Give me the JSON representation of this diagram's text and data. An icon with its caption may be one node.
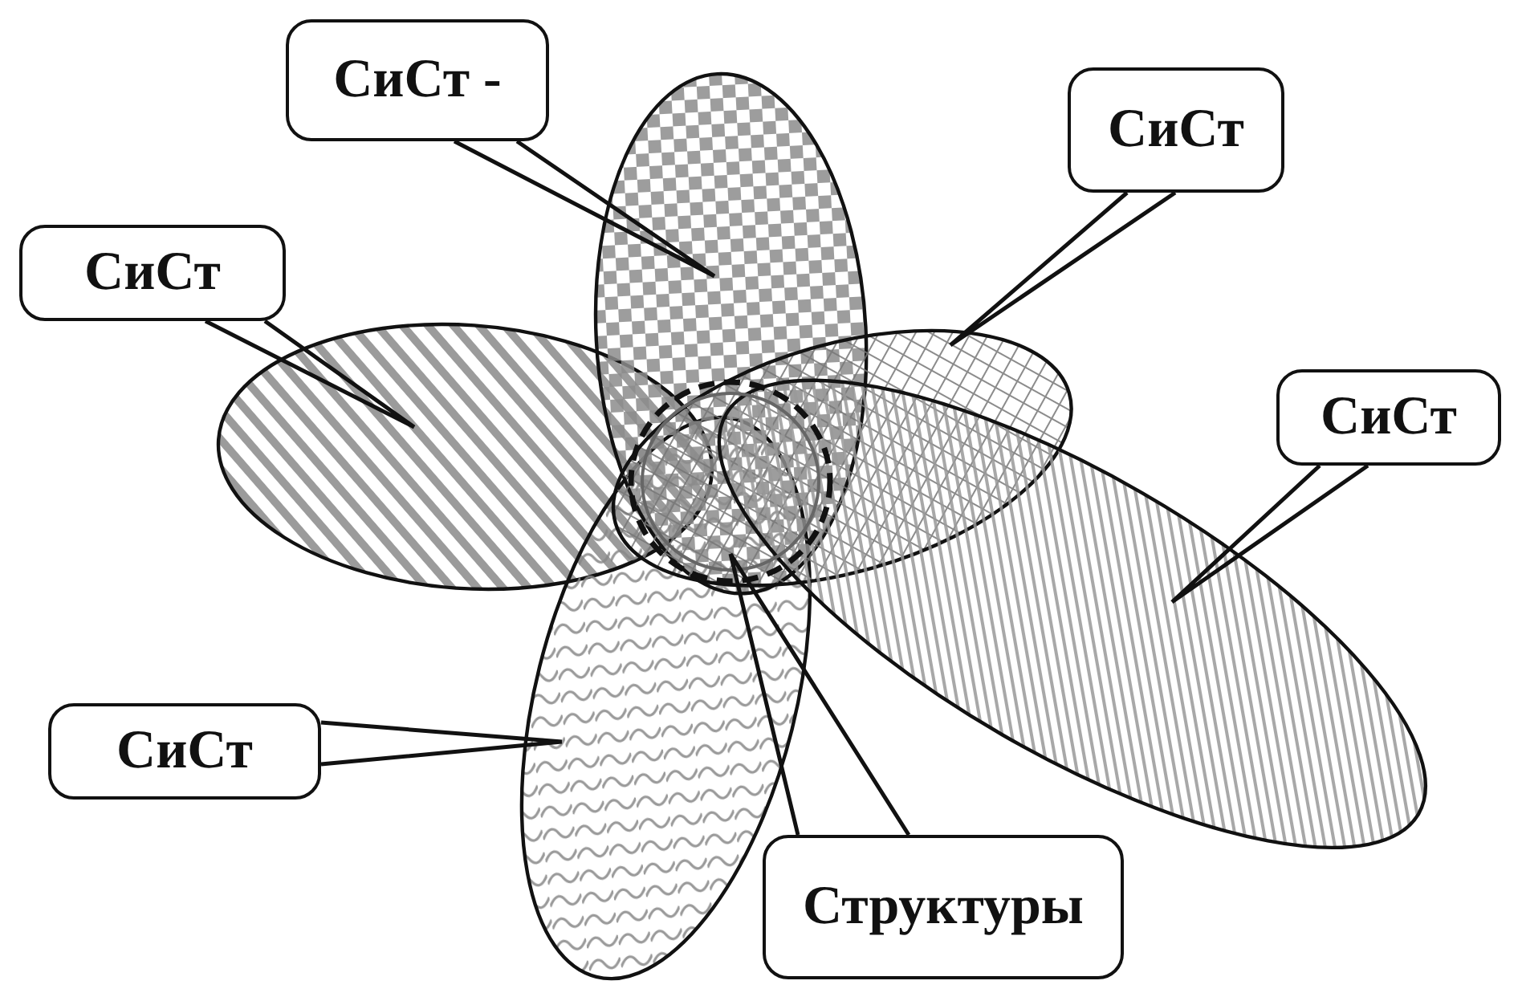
{
  "diagram": {
    "nodes": [
      {
        "text": [
          "СиСт -"
        ]
      },
      {
        "text": [
          "СиСт"
        ]
      },
      {
        "text": [
          "СиСт"
        ]
      },
      {
        "text": [
          "СиСт"
        ]
      },
      {
        "text": [
          "СиСт"
        ]
      },
      {
        "text": [
          "Структуры"
        ]
      },
      {
        "text": [],
        "shape": "ellipse"
      },
      {
        "text": [],
        "shape": "ellipse"
      },
      {
        "text": [],
        "shape": "ellipse"
      },
      {
        "text": [],
        "shape": "ellipse"
      },
      {
        "text": [],
        "shape": "ellipse"
      },
      {
        "text": [],
        "shape": "circle"
      }
    ],
    "edges": [
      {
        "from": 0,
        "to": 8,
        "arrow": "none"
      },
      {
        "from": 1,
        "to": 9,
        "arrow": "none"
      },
      {
        "from": 2,
        "to": 6,
        "arrow": "none"
      },
      {
        "from": 3,
        "to": 10,
        "arrow": "none"
      },
      {
        "from": 4,
        "to": 7,
        "arrow": "none"
      },
      {
        "from": 5,
        "to": 11,
        "arrow": "none"
      }
    ]
  }
}
